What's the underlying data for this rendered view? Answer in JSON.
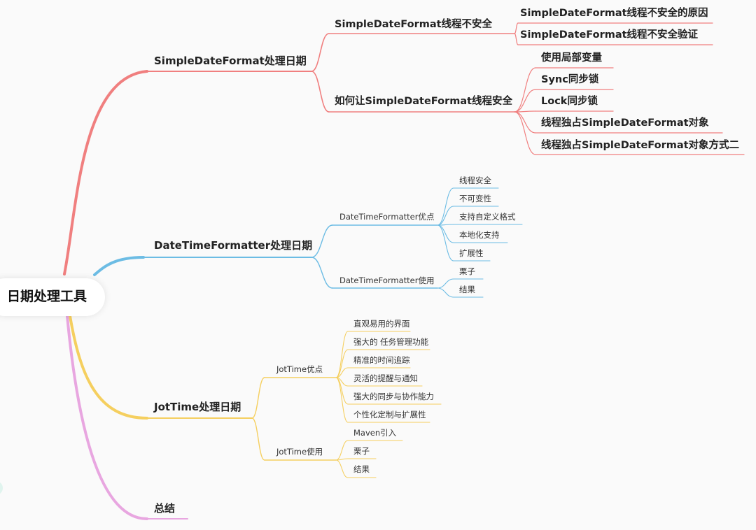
{
  "root": "日期处理工具",
  "colors": {
    "red": "#f07f7f",
    "blue": "#6cbce4",
    "yellow": "#f5cf5f",
    "pink": "#e8a6e0"
  },
  "branches": {
    "sdf": {
      "label": "SimpleDateFormat处理日期",
      "unsafe": {
        "label": "SimpleDateFormat线程不安全",
        "items": [
          "SimpleDateFormat线程不安全的原因",
          "SimpleDateFormat线程不安全验证"
        ]
      },
      "safe": {
        "label": "如何让SimpleDateFormat线程安全",
        "items": [
          "使用局部变量",
          "Sync同步锁",
          "Lock同步锁",
          "线程独占SimpleDateFormat对象",
          "线程独占SimpleDateFormat对象方式二"
        ]
      }
    },
    "dtf": {
      "label": "DateTimeFormatter处理日期",
      "adv": {
        "label": "DateTimeFormatter优点",
        "items": [
          "线程安全",
          "不可变性",
          "支持自定义格式",
          "本地化支持",
          "扩展性"
        ]
      },
      "use": {
        "label": "DateTimeFormatter使用",
        "items": [
          "栗子",
          "结果"
        ]
      }
    },
    "jot": {
      "label": "JotTime处理日期",
      "adv": {
        "label": "JotTime优点",
        "items": [
          "直观易用的界面",
          "强大的 任务管理功能",
          "精准的时间追踪",
          "灵活的提醒与通知",
          "强大的同步与协作能力",
          "个性化定制与扩展性"
        ]
      },
      "use": {
        "label": "JotTime使用",
        "items": [
          "Maven引入",
          "栗子",
          "结果"
        ]
      }
    },
    "summary": {
      "label": "总结"
    }
  }
}
